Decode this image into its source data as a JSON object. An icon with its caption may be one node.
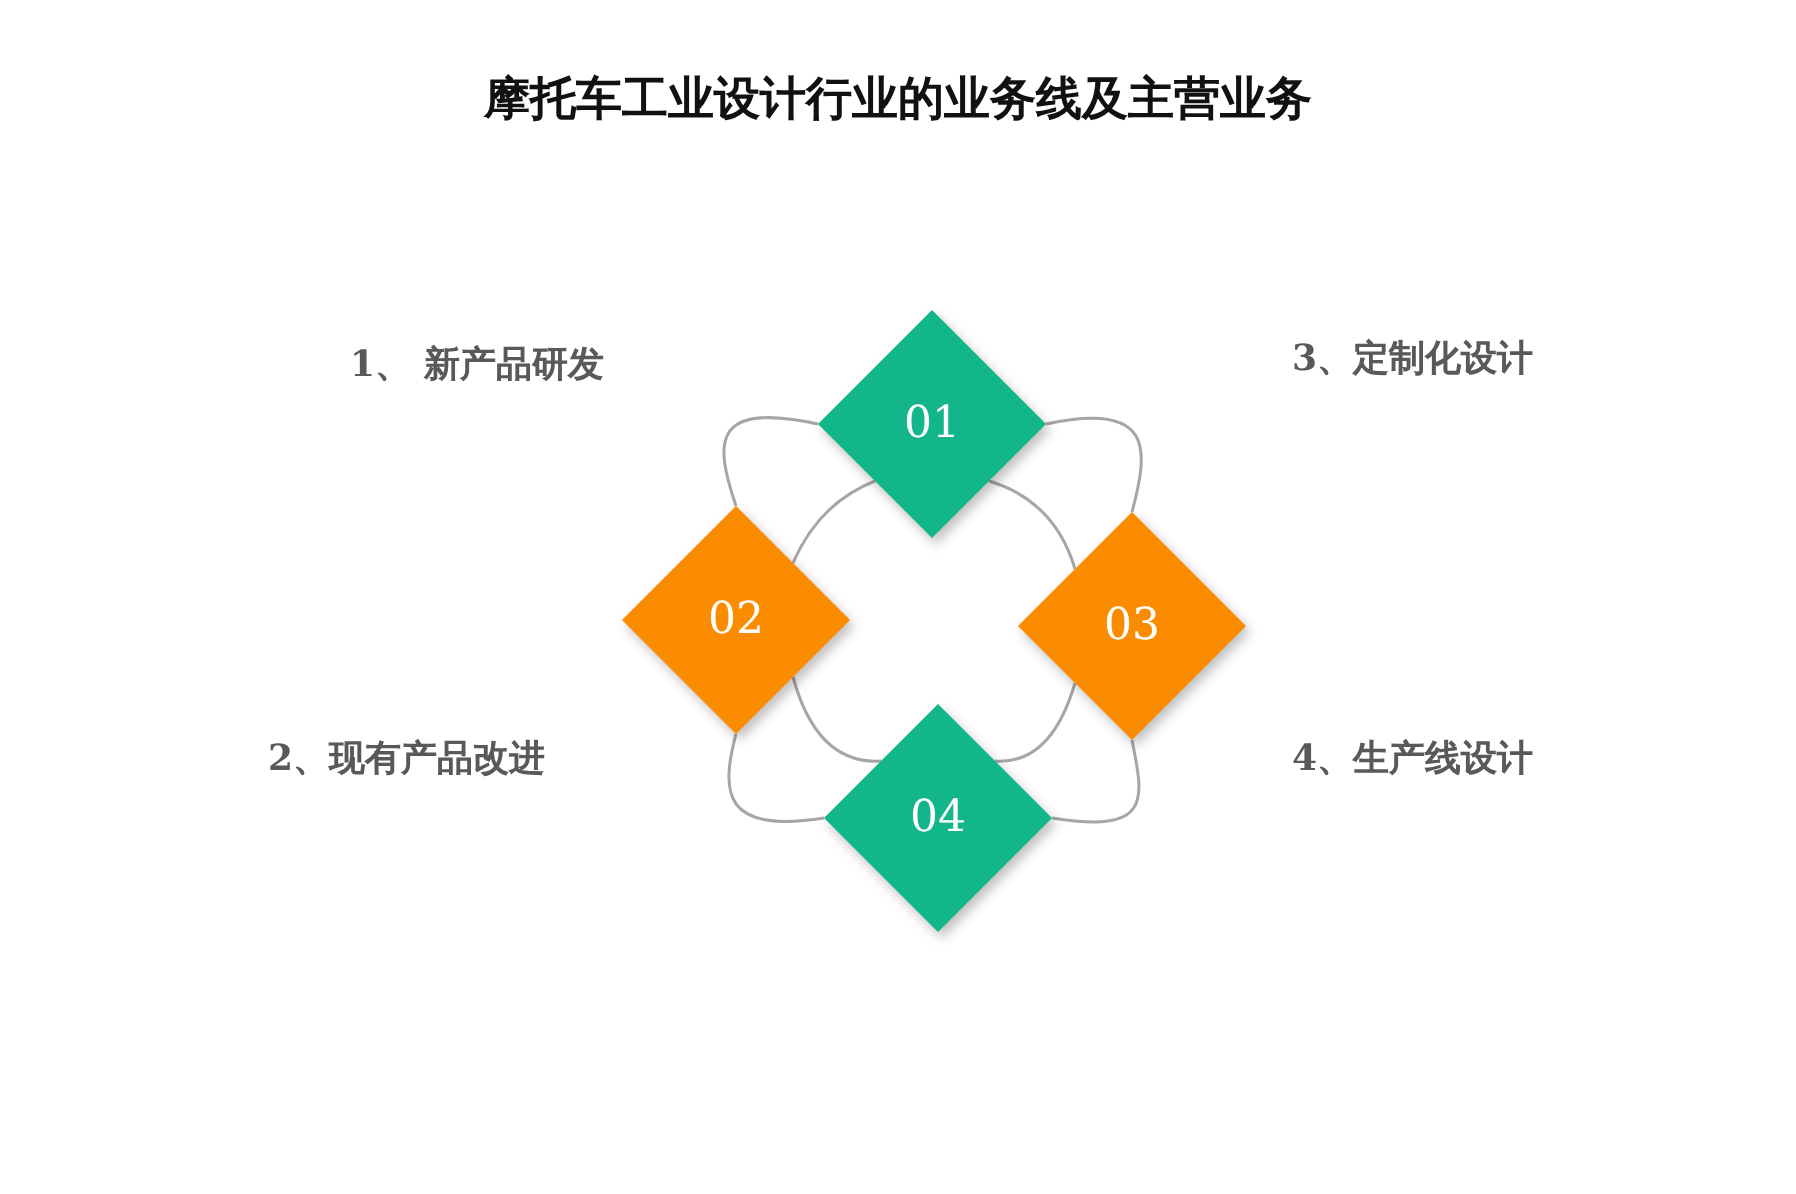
{
  "diagram": {
    "title": "摩托车工业设计行业的业务线及主营业务",
    "nodes": [
      {
        "text": [
          "01"
        ]
      },
      {
        "text": [
          "02"
        ]
      },
      {
        "text": [
          "03"
        ]
      },
      {
        "text": [
          "04"
        ]
      }
    ],
    "edges": [
      {
        "from": 0,
        "to": 1,
        "arrow": "none"
      },
      {
        "from": 0,
        "to": 1,
        "arrow": "none"
      },
      {
        "from": 0,
        "to": 2,
        "arrow": "none"
      },
      {
        "from": 0,
        "to": 2,
        "arrow": "none"
      },
      {
        "from": 1,
        "to": 3,
        "arrow": "none"
      },
      {
        "from": 1,
        "to": 3,
        "arrow": "none"
      },
      {
        "from": 2,
        "to": 3,
        "arrow": "none"
      },
      {
        "from": 2,
        "to": 3,
        "arrow": "none"
      }
    ],
    "labels": [
      "1、 新产品研发",
      "3、定制化设计",
      "2、现有产品改进",
      "4、生产线设计"
    ]
  }
}
